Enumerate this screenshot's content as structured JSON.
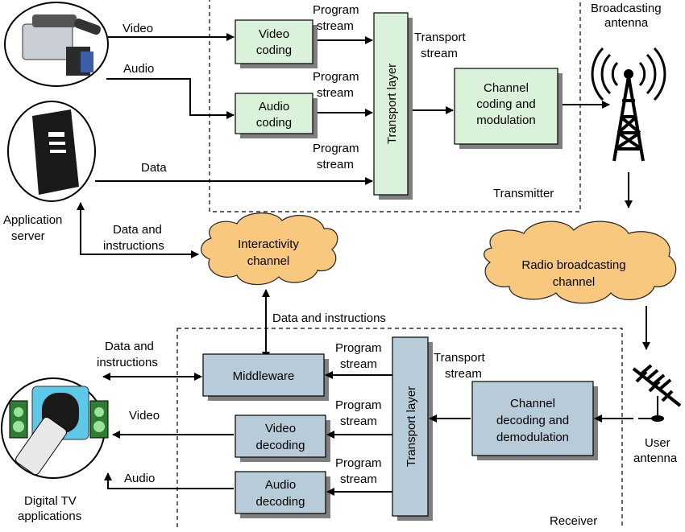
{
  "transmitter": {
    "label": "Transmitter",
    "video_coding": [
      "Video",
      "coding"
    ],
    "audio_coding": [
      "Audio",
      "coding"
    ],
    "transport_layer": "Transport layer",
    "channel_coding": [
      "Channel",
      "coding and",
      "modulation"
    ],
    "transport_stream": [
      "Transport",
      "stream"
    ]
  },
  "inputs": {
    "video": "Video",
    "audio": "Audio",
    "data": "Data"
  },
  "program_stream": [
    "Program",
    "stream"
  ],
  "broadcasting_antenna": [
    "Broadcasting",
    "antenna"
  ],
  "application_server": [
    "Application",
    "server"
  ],
  "data_and_instructions": [
    "Data and",
    "instructions"
  ],
  "interactivity_channel": [
    "Interactivity",
    "channel"
  ],
  "radio_channel": [
    "Radio broadcasting",
    "channel"
  ],
  "data_and_instructions_inline": "Data and instructions",
  "receiver": {
    "label": "Receiver",
    "middleware": "Middleware",
    "video_decoding": [
      "Video",
      "decoding"
    ],
    "audio_decoding": [
      "Audio",
      "decoding"
    ],
    "transport_layer": "Transport layer",
    "channel_decoding": [
      "Channel",
      "decoding and",
      "demodulation"
    ],
    "transport_stream": [
      "Transport",
      "stream"
    ]
  },
  "user_antenna": [
    "User",
    "antenna"
  ],
  "outputs": {
    "data_instructions": [
      "Data and",
      "instructions"
    ],
    "video": "Video",
    "audio": "Audio"
  },
  "digital_tv": [
    "Digital TV",
    "applications"
  ],
  "colors": {
    "transmitter_box": "#d9f2d9",
    "receiver_box": "#b8cbd8",
    "cloud": "#f7c87e"
  }
}
